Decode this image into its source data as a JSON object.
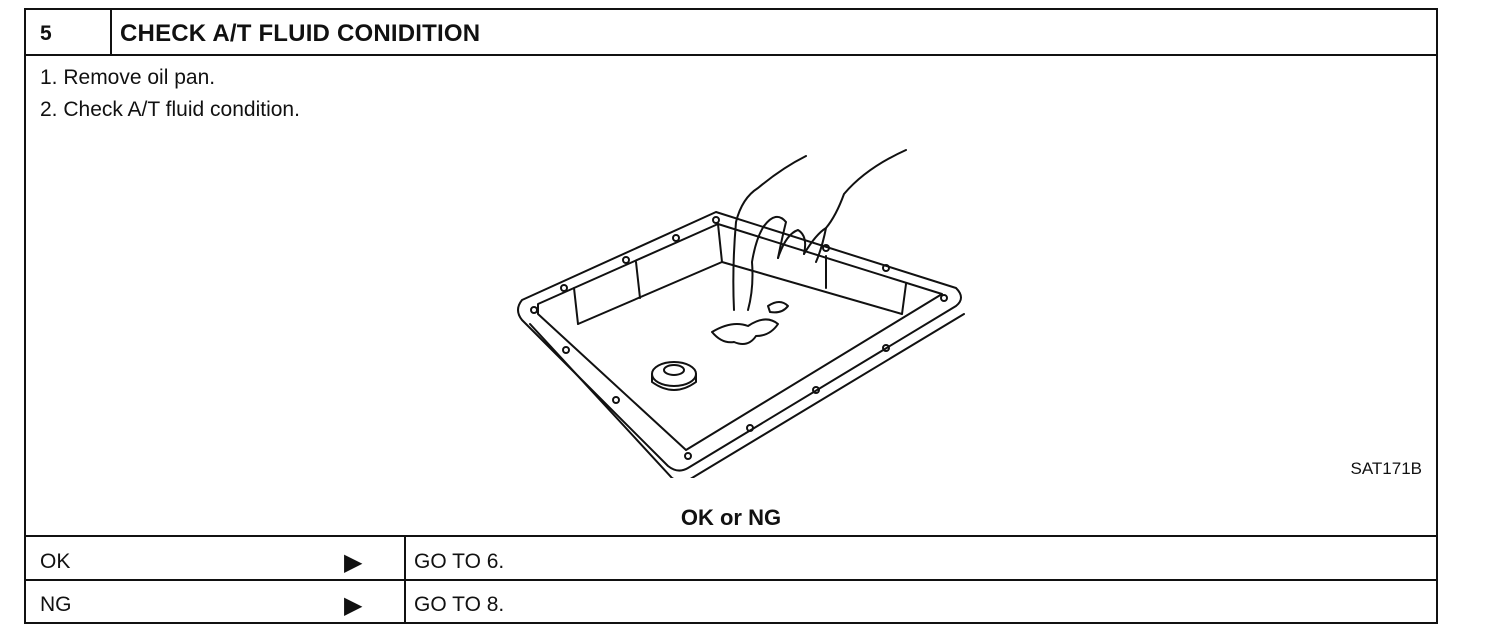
{
  "step": {
    "number": "5",
    "title": "CHECK A/T FLUID CONIDITION"
  },
  "instructions": [
    "1.  Remove oil pan.",
    "2.  Check A/T fluid condition."
  ],
  "figure": {
    "code": "SAT171B",
    "subject": "oil-pan-with-finger-illustration"
  },
  "question": "OK or NG",
  "results": [
    {
      "label": "OK",
      "arrow_icon": "right-triangle-icon",
      "arrow": "▶",
      "action": "GO TO 6."
    },
    {
      "label": "NG",
      "arrow_icon": "right-triangle-icon",
      "arrow": "▶",
      "action": "GO TO 8."
    }
  ]
}
